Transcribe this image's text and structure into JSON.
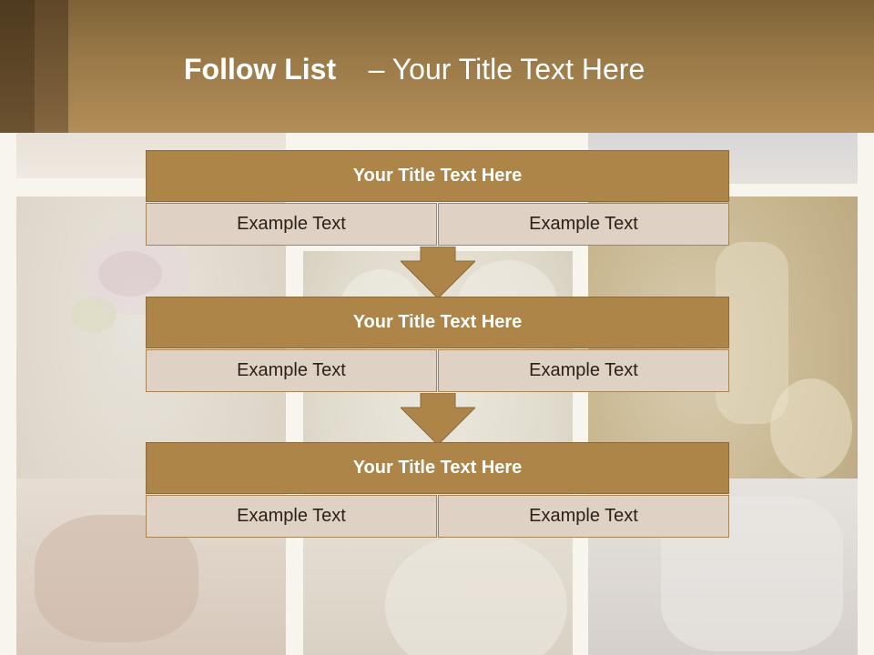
{
  "header": {
    "title_bold": "Follow List",
    "title_rest": "– Your Title Text Here"
  },
  "blocks": [
    {
      "title": "Your Title Text Here",
      "left_text": "Example Text",
      "right_text": "Example Text"
    },
    {
      "title": "Your Title Text Here",
      "left_text": "Example Text",
      "right_text": "Example Text"
    },
    {
      "title": "Your Title Text Here",
      "left_text": "Example Text",
      "right_text": "Example Text"
    }
  ],
  "colors": {
    "header": "#9b7a48",
    "block_title": "#ad8549",
    "cell": "#dfd2c4",
    "arrow": "#ad8549"
  }
}
